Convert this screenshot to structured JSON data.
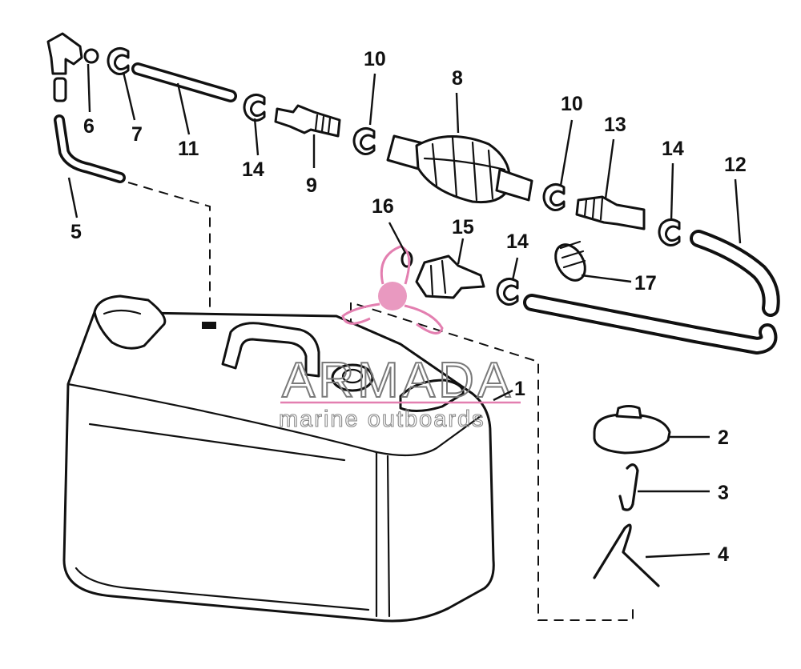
{
  "callouts": {
    "c1": "1",
    "c2": "2",
    "c3": "3",
    "c4": "4",
    "c5": "5",
    "c6": "6",
    "c7": "7",
    "c8": "8",
    "c9": "9",
    "c10a": "10",
    "c10b": "10",
    "c11": "11",
    "c12": "12",
    "c13": "13",
    "c14a": "14",
    "c14b": "14",
    "c14c": "14",
    "c15": "15",
    "c16": "16",
    "c17": "17"
  },
  "watermark": {
    "brand": "ARMADA",
    "tagline": "marine outboards",
    "accent_color": "#e37fb0"
  }
}
